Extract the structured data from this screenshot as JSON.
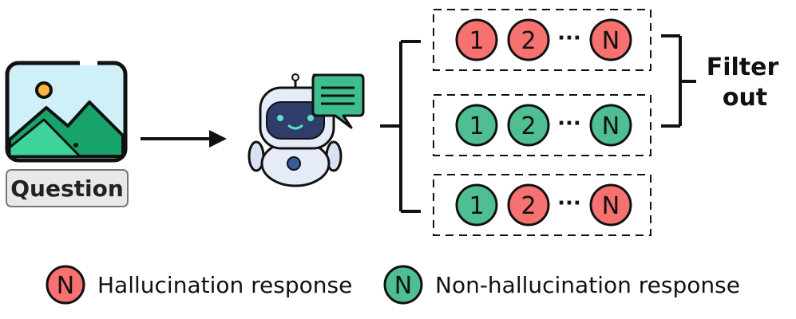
{
  "question": {
    "label": "Question"
  },
  "filter": {
    "line1": "Filter",
    "line2": "out"
  },
  "ellipsis": "···",
  "colors": {
    "hallucination": "#F87171",
    "non_hallucination": "#4FBF92",
    "stroke": "#111111"
  },
  "groups": [
    {
      "items": [
        {
          "text": "1",
          "type": "hallucination"
        },
        {
          "text": "2",
          "type": "hallucination"
        },
        {
          "text": "N",
          "type": "hallucination"
        }
      ]
    },
    {
      "items": [
        {
          "text": "1",
          "type": "non_hallucination"
        },
        {
          "text": "2",
          "type": "non_hallucination"
        },
        {
          "text": "N",
          "type": "non_hallucination"
        }
      ]
    },
    {
      "items": [
        {
          "text": "1",
          "type": "non_hallucination"
        },
        {
          "text": "2",
          "type": "hallucination"
        },
        {
          "text": "N",
          "type": "hallucination"
        }
      ]
    }
  ],
  "legend": [
    {
      "symbol": "N",
      "type": "hallucination",
      "label": "Hallucination response"
    },
    {
      "symbol": "N",
      "type": "non_hallucination",
      "label": "Non-hallucination response"
    }
  ],
  "icons": {
    "image": "image-icon",
    "robot": "robot-icon",
    "chat": "chat-bubble-icon"
  }
}
